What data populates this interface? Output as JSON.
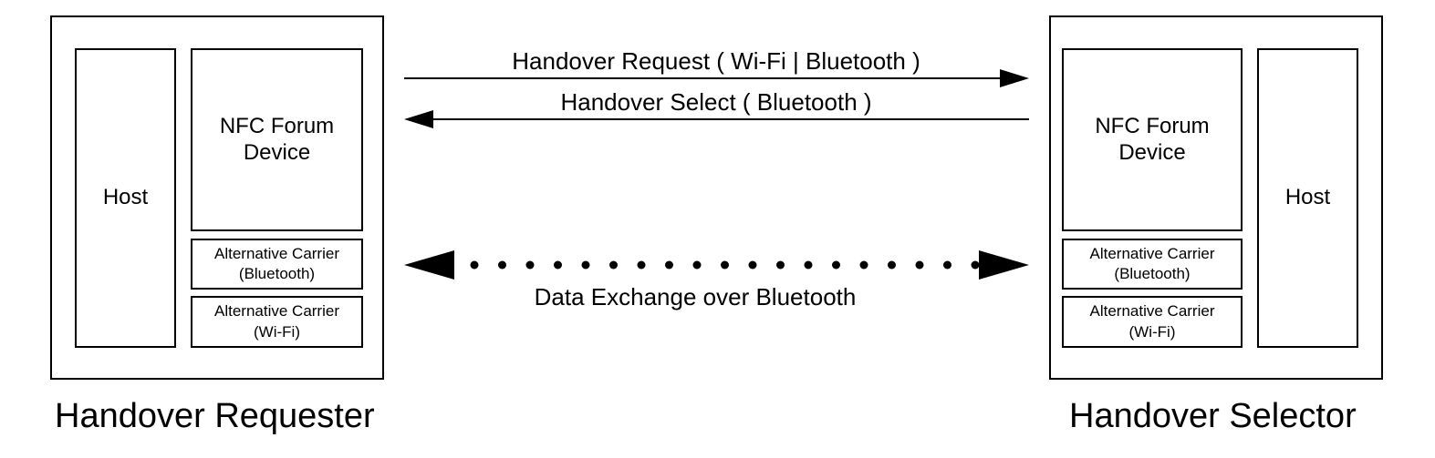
{
  "requester": {
    "caption": "Handover Requester",
    "host": "Host",
    "nfc_device": "NFC Forum\nDevice",
    "carrier_bt": "Alternative Carrier\n(Bluetooth)",
    "carrier_wifi": "Alternative Carrier\n(Wi-Fi)"
  },
  "selector": {
    "caption": "Handover Selector",
    "host": "Host",
    "nfc_device": "NFC Forum\nDevice",
    "carrier_bt": "Alternative Carrier\n(Bluetooth)",
    "carrier_wifi": "Alternative Carrier\n(Wi-Fi)"
  },
  "messages": {
    "request": "Handover Request ( Wi-Fi | Bluetooth )",
    "select": "Handover Select ( Bluetooth )",
    "data_exchange": "Data Exchange over Bluetooth"
  }
}
